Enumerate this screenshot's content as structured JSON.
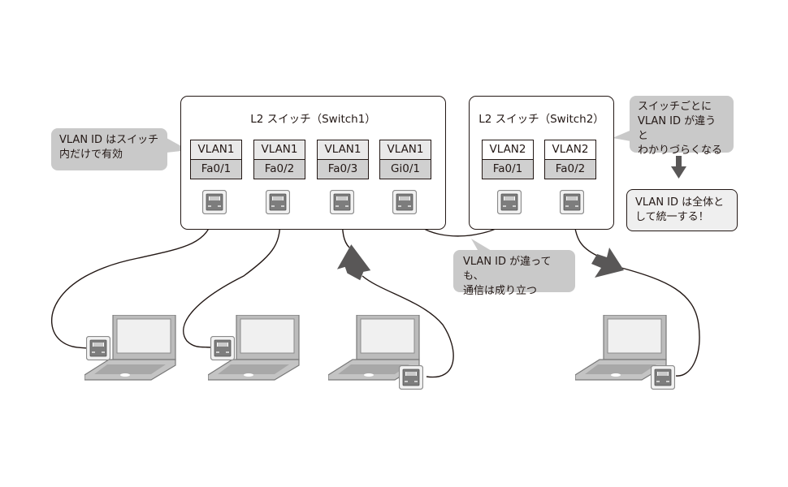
{
  "switch1": {
    "title": "L2 スイッチ（Switch1）",
    "ports": [
      {
        "vlan": "VLAN1",
        "interface": "Fa0/1"
      },
      {
        "vlan": "VLAN1",
        "interface": "Fa0/2"
      },
      {
        "vlan": "VLAN1",
        "interface": "Fa0/3"
      },
      {
        "vlan": "VLAN1",
        "interface": "Gi0/1"
      }
    ]
  },
  "switch2": {
    "title": "L2 スイッチ（Switch2）",
    "ports": [
      {
        "vlan": "VLAN2",
        "interface": "Fa0/1"
      },
      {
        "vlan": "VLAN2",
        "interface": "Fa0/2"
      }
    ]
  },
  "callouts": {
    "local_scope": [
      "VLAN ID はスイッチ",
      "内だけで有効"
    ],
    "confusing": [
      "スイッチごとに",
      "VLAN ID が違うと",
      "わかりづらくなる"
    ],
    "unify": [
      "VLAN ID は全体と",
      "して統一する！"
    ],
    "still_communicates": [
      "VLAN ID が違っても、",
      "通信は成り立つ"
    ]
  },
  "colors": {
    "line": "#231815",
    "callout_fill": "#c9c9c9",
    "arrow_fill": "#595757",
    "iface_fill": "#d0d0d0",
    "vlan1_fill": "#e9e9e9"
  }
}
